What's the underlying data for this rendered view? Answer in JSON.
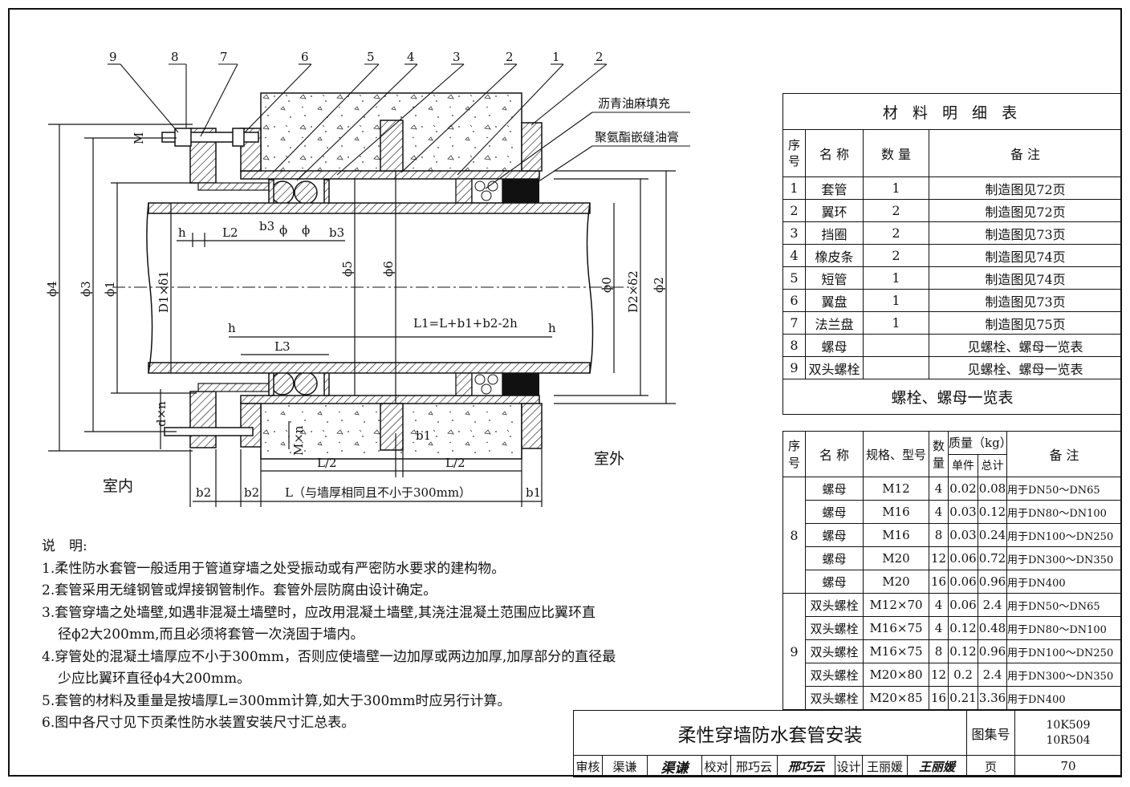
{
  "drawing": {
    "leaders": [
      "9",
      "8",
      "7",
      "6",
      "5",
      "4",
      "3",
      "2",
      "1",
      "2"
    ],
    "fill_label_1": "沥青油麻填充",
    "fill_label_2": "聚氨酯嵌缝油膏",
    "dim_phi4": "ϕ4",
    "dim_phi3": "ϕ3",
    "dim_phi1": "ϕ1",
    "dim_d1": "D1×δ1",
    "dim_phi5": "ϕ5",
    "dim_phi6": "ϕ6",
    "dim_phi0": "ϕ0",
    "dim_d2": "D2×δ2",
    "dim_phi2": "ϕ2",
    "dim_h": "h",
    "dim_l2": "L2",
    "dim_b3": "b3",
    "dim_phi": "ϕ",
    "dim_l1": "L1=L+b1+b2-2h",
    "dim_l3": "L3",
    "dim_dn": "d×n",
    "dim_mn": "M×n",
    "dim_m": "M",
    "dim_b1": "b1",
    "dim_b2": "b2",
    "dim_half_l": "L/2",
    "dim_l": "L（与墙厚相同且不小于300mm）",
    "label_indoor": "室内",
    "label_outdoor": "室外"
  },
  "notes": {
    "title": "说　明:",
    "items": [
      "1.柔性防水套管一般适用于管道穿墙之处受振动或有严密防水要求的建构物。",
      "2.套管采用无缝钢管或焊接钢管制作。套管外层防腐由设计确定。",
      "3.套管穿墙之处墙壁,如遇非混凝土墙壁时，应改用混凝土墙壁,其浇注混凝土范围应比翼环直",
      "径ϕ2大200mm,而且必须将套管一次浇固于墙内。",
      "4.穿管处的混凝土墙厚应不小于300mm，否则应使墙壁一边加厚或两边加厚,加厚部分的直径最",
      "少应比翼环直径ϕ4大200mm。",
      "5.套管的材料及重量是按墙厚L=300mm计算,如大于300mm时应另行计算。",
      "6.图中各尺寸见下页柔性防水装置安装尺寸汇总表。"
    ]
  },
  "materials": {
    "title": "材 料 明 细 表",
    "headers": [
      "序号",
      "名 称",
      "数 量",
      "备 注"
    ],
    "rows": [
      [
        "1",
        "套管",
        "1",
        "制造图见72页"
      ],
      [
        "2",
        "翼环",
        "2",
        "制造图见72页"
      ],
      [
        "3",
        "挡圈",
        "2",
        "制造图见73页"
      ],
      [
        "4",
        "橡皮条",
        "2",
        "制造图见74页"
      ],
      [
        "5",
        "短管",
        "1",
        "制造图见74页"
      ],
      [
        "6",
        "翼盘",
        "1",
        "制造图见73页"
      ],
      [
        "7",
        "法兰盘",
        "1",
        "制造图见75页"
      ],
      [
        "8",
        "螺母",
        "",
        "见螺栓、螺母一览表"
      ],
      [
        "9",
        "双头螺栓",
        "",
        "见螺栓、螺母一览表"
      ]
    ]
  },
  "bolts": {
    "title": "螺栓、螺母一览表",
    "h_no": "序号",
    "h_name": "名 称",
    "h_spec": "规格、型号",
    "h_qty": "数量",
    "h_mass": "质量（kg）",
    "h_unit": "单件",
    "h_total": "总计",
    "h_note": "备 注",
    "group8": "8",
    "group9": "9",
    "rows": [
      [
        "螺母",
        "M12",
        "4",
        "0.02",
        "0.08",
        "用于DN50～DN65"
      ],
      [
        "螺母",
        "M16",
        "4",
        "0.03",
        "0.12",
        "用于DN80～DN100"
      ],
      [
        "螺母",
        "M16",
        "8",
        "0.03",
        "0.24",
        "用于DN100～DN250"
      ],
      [
        "螺母",
        "M20",
        "12",
        "0.06",
        "0.72",
        "用于DN300～DN350"
      ],
      [
        "螺母",
        "M20",
        "16",
        "0.06",
        "0.96",
        "用于DN400"
      ],
      [
        "双头螺栓",
        "M12×70",
        "4",
        "0.06",
        "2.4",
        "用于DN50～DN65"
      ],
      [
        "双头螺栓",
        "M16×75",
        "4",
        "0.12",
        "0.48",
        "用于DN80～DN100"
      ],
      [
        "双头螺栓",
        "M16×75",
        "8",
        "0.12",
        "0.96",
        "用于DN100～DN250"
      ],
      [
        "双头螺栓",
        "M20×80",
        "12",
        "0.2",
        "2.4",
        "用于DN300～DN350"
      ],
      [
        "双头螺栓",
        "M20×85",
        "16",
        "0.21",
        "3.36",
        "用于DN400"
      ]
    ]
  },
  "titleblock": {
    "title": "柔性穿墙防水套管安装",
    "atlas_label": "图集号",
    "atlas_no_1": "10K509",
    "atlas_no_2": "10R504",
    "review_label": "审核",
    "review_name": "渠谦",
    "review_sign": "渠谦",
    "check_label": "校对",
    "check_name": "邢巧云",
    "check_sign": "邢巧云",
    "design_label": "设计",
    "design_name": "王丽媛",
    "design_sign": "王丽媛",
    "page_label": "页",
    "page_no": "70"
  }
}
